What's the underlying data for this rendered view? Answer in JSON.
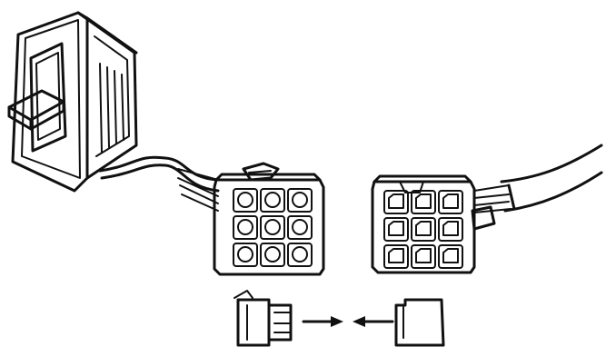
{
  "figure": {
    "ink_color": "#111111",
    "background_color": "#ffffff",
    "components": [
      {
        "name": "rocker-switch",
        "icon": "rocker-switch-icon"
      },
      {
        "name": "switch-pigtail-wire",
        "icon": "wire-harness-icon"
      },
      {
        "name": "nine-pin-female-connector",
        "icon": "connector-icon",
        "pins": 9
      },
      {
        "name": "nine-pin-male-connector",
        "icon": "connector-icon",
        "pins": 9
      },
      {
        "name": "harness-cable",
        "icon": "cable-icon"
      }
    ],
    "detail_inset": {
      "left_part": "terminal-housing-side-view",
      "right_part": "mating-terminal-side-view",
      "arrows": [
        "right-arrow",
        "left-arrow"
      ]
    }
  }
}
